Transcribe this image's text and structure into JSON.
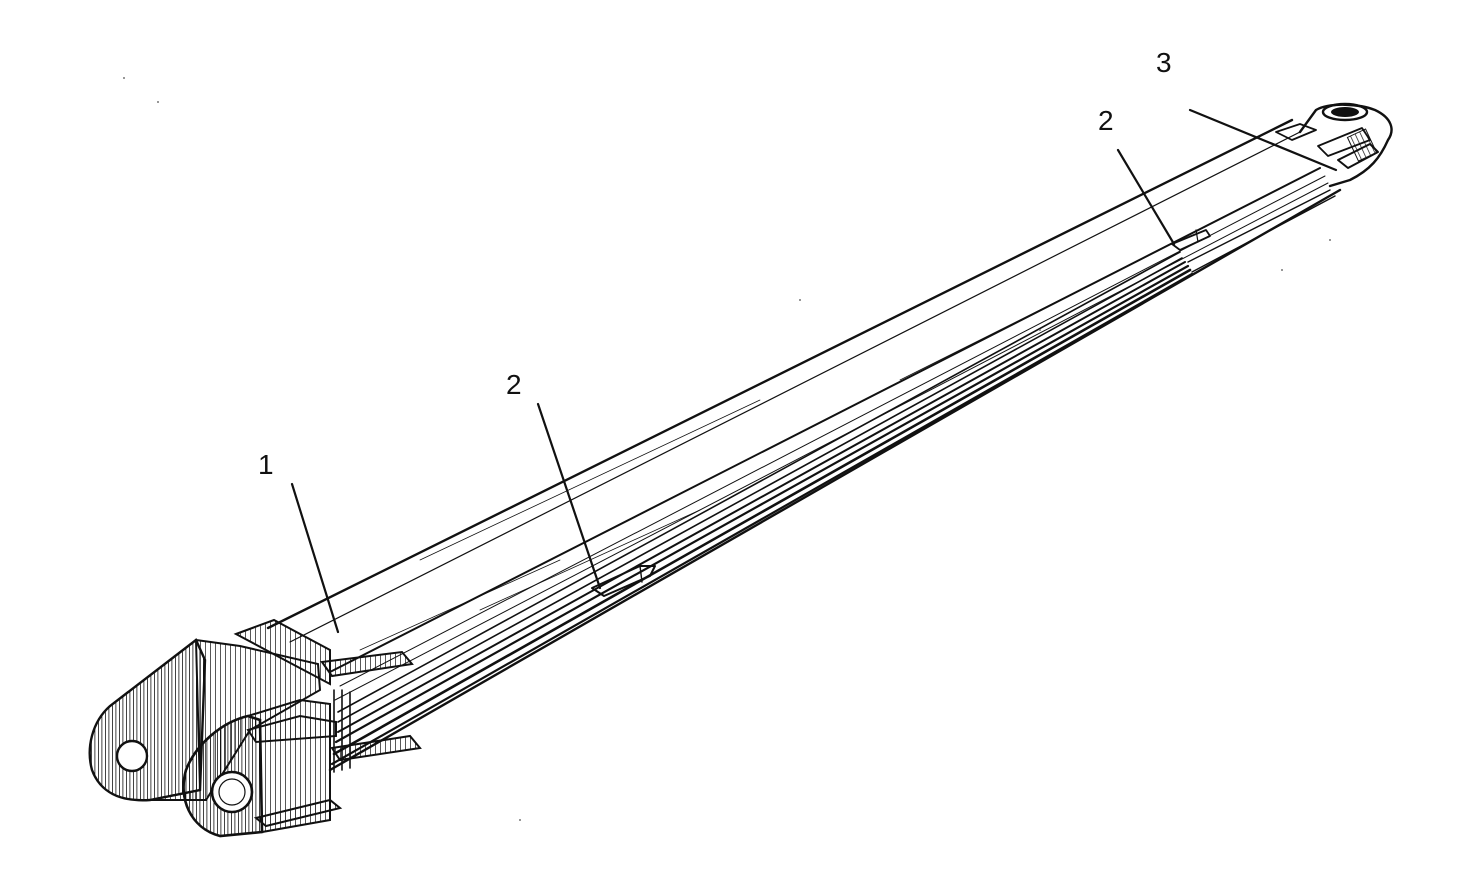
{
  "colors": {
    "ink": "#111111",
    "paper": "#ffffff"
  },
  "callouts": [
    {
      "id": "c1",
      "label": "1"
    },
    {
      "id": "c2a",
      "label": "2"
    },
    {
      "id": "c2b",
      "label": "2"
    },
    {
      "id": "c3",
      "label": "3"
    }
  ]
}
